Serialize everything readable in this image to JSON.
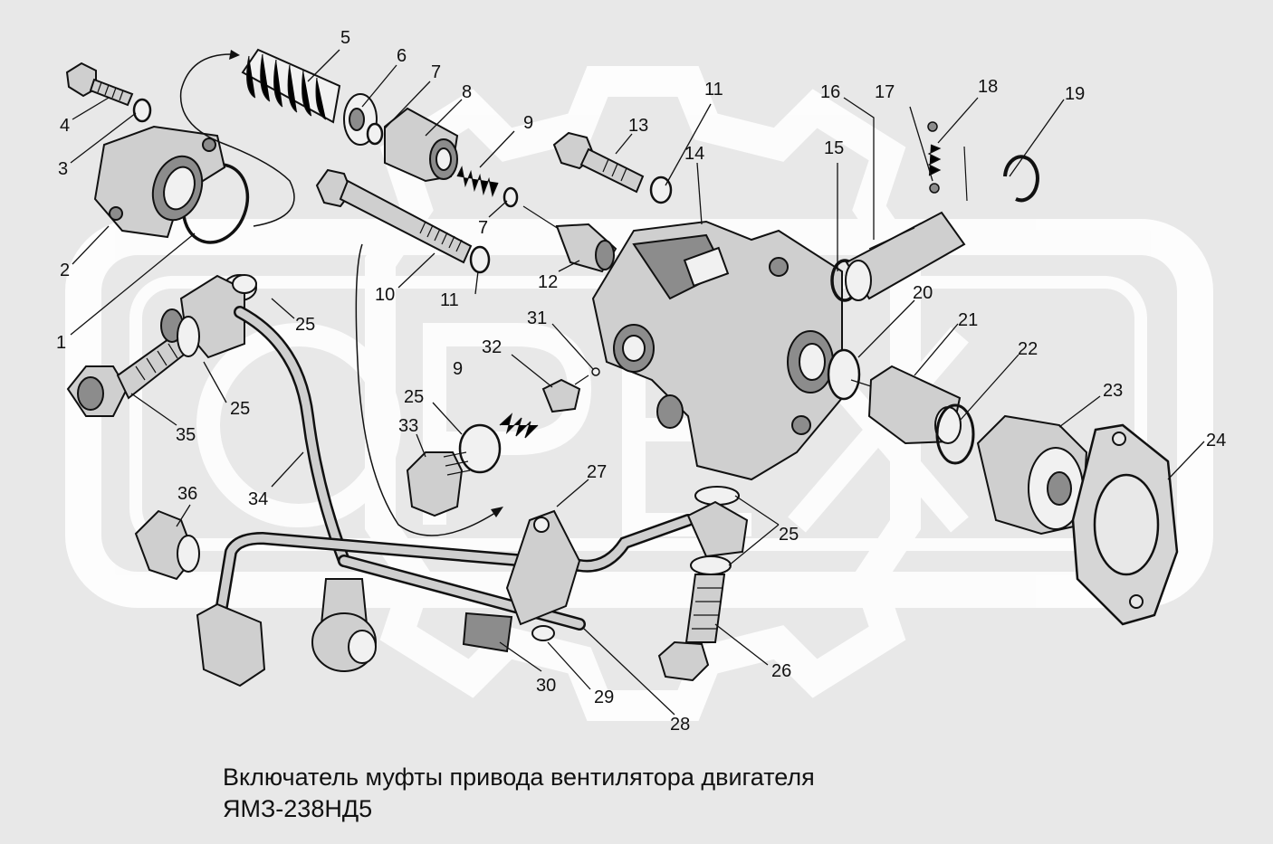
{
  "caption": {
    "line1": "Включатель муфты привода вентилятора двигателя",
    "line2": "ЯМЗ-238НД5"
  },
  "watermark": {
    "text": "ОРЕХ"
  },
  "callouts": [
    {
      "id": "c1",
      "label": "1"
    },
    {
      "id": "c2",
      "label": "2"
    },
    {
      "id": "c3",
      "label": "3"
    },
    {
      "id": "c4",
      "label": "4"
    },
    {
      "id": "c5",
      "label": "5"
    },
    {
      "id": "c6",
      "label": "6"
    },
    {
      "id": "c7a",
      "label": "7"
    },
    {
      "id": "c7b",
      "label": "7"
    },
    {
      "id": "c8",
      "label": "8"
    },
    {
      "id": "c9a",
      "label": "9"
    },
    {
      "id": "c9b",
      "label": "9"
    },
    {
      "id": "c10",
      "label": "10"
    },
    {
      "id": "c11a",
      "label": "11"
    },
    {
      "id": "c11b",
      "label": "11"
    },
    {
      "id": "c12",
      "label": "12"
    },
    {
      "id": "c13",
      "label": "13"
    },
    {
      "id": "c14",
      "label": "14"
    },
    {
      "id": "c15",
      "label": "15"
    },
    {
      "id": "c16",
      "label": "16"
    },
    {
      "id": "c17",
      "label": "17"
    },
    {
      "id": "c18",
      "label": "18"
    },
    {
      "id": "c19",
      "label": "19"
    },
    {
      "id": "c20",
      "label": "20"
    },
    {
      "id": "c21",
      "label": "21"
    },
    {
      "id": "c22",
      "label": "22"
    },
    {
      "id": "c23",
      "label": "23"
    },
    {
      "id": "c24",
      "label": "24"
    },
    {
      "id": "c25a",
      "label": "25"
    },
    {
      "id": "c25b",
      "label": "25"
    },
    {
      "id": "c25c",
      "label": "25"
    },
    {
      "id": "c25d",
      "label": "25"
    },
    {
      "id": "c26",
      "label": "26"
    },
    {
      "id": "c27",
      "label": "27"
    },
    {
      "id": "c28",
      "label": "28"
    },
    {
      "id": "c29",
      "label": "29"
    },
    {
      "id": "c30",
      "label": "30"
    },
    {
      "id": "c31",
      "label": "31"
    },
    {
      "id": "c32",
      "label": "32"
    },
    {
      "id": "c33",
      "label": "33"
    },
    {
      "id": "c34",
      "label": "34"
    },
    {
      "id": "c35",
      "label": "35"
    },
    {
      "id": "c36",
      "label": "36"
    }
  ]
}
